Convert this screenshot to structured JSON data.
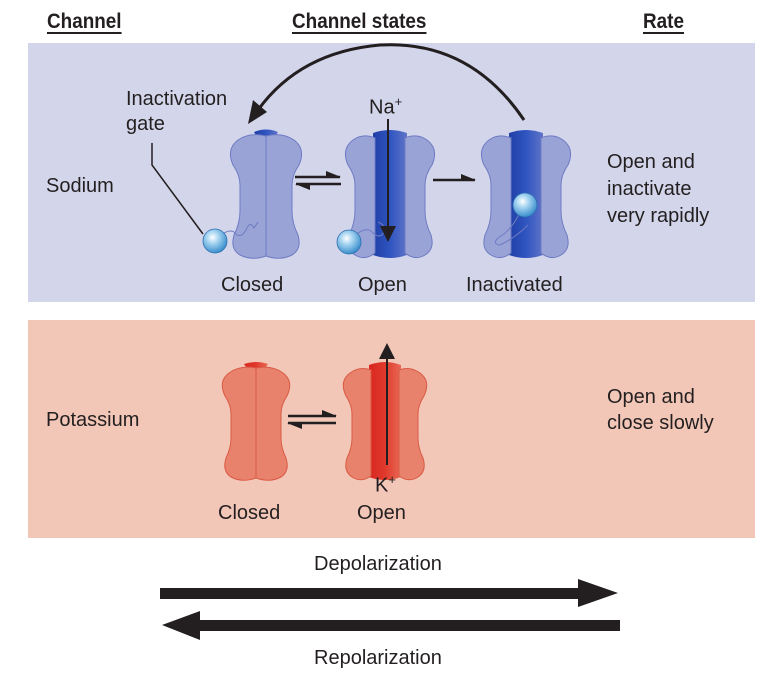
{
  "headers": {
    "channel": "Channel",
    "states": "Channel states",
    "rate": "Rate"
  },
  "sodium": {
    "name": "Sodium",
    "gate_label_line1": "Inactivation",
    "gate_label_line2": "gate",
    "ion": "Na",
    "ion_charge": "+",
    "states": [
      "Closed",
      "Open",
      "Inactivated"
    ],
    "rate_lines": [
      "Open and",
      "inactivate",
      "very rapidly"
    ]
  },
  "potassium": {
    "name": "Potassium",
    "ion": "K",
    "ion_charge": "+",
    "states": [
      "Closed",
      "Open"
    ],
    "rate_lines": [
      "Open and",
      "close slowly"
    ]
  },
  "arrows": {
    "forward": "Depolarization",
    "reverse": "Repolarization"
  },
  "colors": {
    "sodium_panel": "#d3d6ea",
    "potassium_panel": "#f2c7b7",
    "sodium_channel": "#9aa3d6",
    "sodium_pore": "#2f4fb0",
    "potassium_channel": "#e9826c",
    "potassium_pore": "#d93a2c",
    "gate_ball": "#4aa3dc"
  }
}
